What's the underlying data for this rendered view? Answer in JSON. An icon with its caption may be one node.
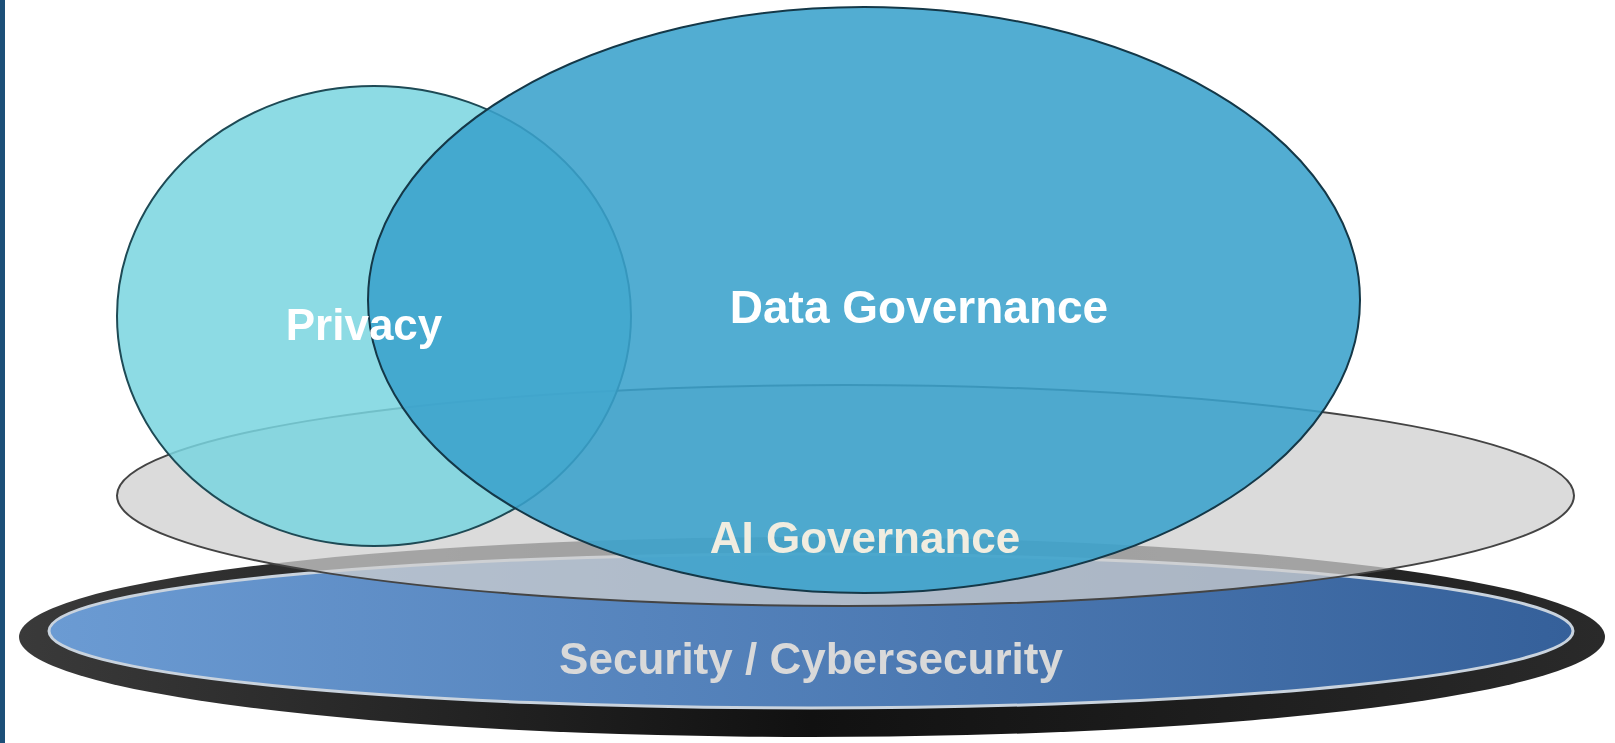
{
  "diagram": {
    "nodes": [
      {
        "text": [
          "Security / Cybersecurity"
        ]
      },
      {
        "text": [
          "AI Governance"
        ]
      },
      {
        "text": [
          "Privacy"
        ]
      },
      {
        "text": [
          "Data Governance"
        ]
      }
    ]
  }
}
